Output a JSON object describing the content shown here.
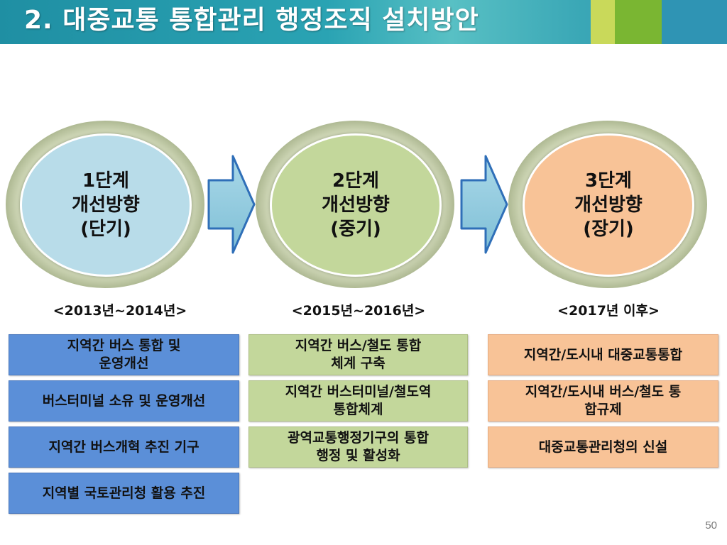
{
  "header": {
    "title": "2. 대중교통 통합관리 행정조직 설치방안"
  },
  "stages": [
    {
      "line1": "1단계",
      "line2": "개선방향",
      "line3": "(단기)",
      "period": "<2013년~2014년>",
      "color": "#b8dce9"
    },
    {
      "line1": "2단계",
      "line2": "개선방향",
      "line3": "(중기)",
      "period": "<2015년~2016년>",
      "color": "#c3d79b"
    },
    {
      "line1": "3단계",
      "line2": "개선방향",
      "line3": "(장기)",
      "period": "<2017년 이후>",
      "color": "#f8c397"
    }
  ],
  "tasks": {
    "stage1": [
      {
        "line1": "지역간 버스 통합 및",
        "line2": "운영개선"
      },
      {
        "line1": "버스터미널 소유 및 운영개선",
        "line2": ""
      },
      {
        "line1": "지역간 버스개혁 추진 기구",
        "line2": ""
      },
      {
        "line1": "지역별 국토관리청 활용 추진",
        "line2": ""
      }
    ],
    "stage2": [
      {
        "line1": "지역간 버스/철도 통합",
        "line2": "체계 구축"
      },
      {
        "line1": "지역간 버스터미널/철도역",
        "line2": "통합체계"
      },
      {
        "line1": "광역교통행정기구의 통합",
        "line2": "행정 및 활성화"
      }
    ],
    "stage3": [
      {
        "line1": "지역간/도시내 대중교통통합",
        "line2": ""
      },
      {
        "line1": "지역간/도시내 버스/철도 통",
        "line2": "합규제"
      },
      {
        "line1": "대중교통관리청의 신설",
        "line2": ""
      }
    ]
  },
  "page_number": "50",
  "colors": {
    "header": "#2aa3b3",
    "arrow": "#8ec9de",
    "arrow_border": "#2f6fb8",
    "blue_box": "#5b8fd8",
    "green_box": "#c3d79b",
    "orange_box": "#f8c397"
  }
}
